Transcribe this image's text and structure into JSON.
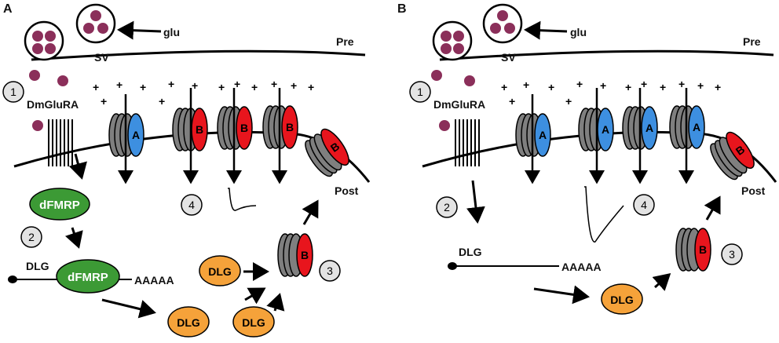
{
  "panels": [
    {
      "letter": "A",
      "glu": "glu",
      "sv": "SV",
      "pre": "Pre",
      "post": "Post",
      "receptor": "DmGluRA",
      "dfmrp_top": "dFMRP",
      "dfmrp_bound": "dFMRP",
      "dlg_mrna": "DLG",
      "polya": "AAAAA",
      "dlg_protein": [
        "DLG",
        "DLG",
        "DLG"
      ],
      "channel_labels": [
        "A",
        "B",
        "B",
        "B",
        "B"
      ],
      "steps": [
        "1",
        "2",
        "3",
        "4"
      ]
    },
    {
      "letter": "B",
      "glu": "glu",
      "sv": "SV",
      "pre": "Pre",
      "post": "Post",
      "receptor": "DmGluRA",
      "dlg_mrna": "DLG",
      "polya": "AAAAA",
      "dlg_protein": [
        "DLG"
      ],
      "channel_labels": [
        "A",
        "A",
        "A",
        "A",
        "B",
        "B"
      ],
      "steps": [
        "1",
        "2",
        "3",
        "4"
      ]
    }
  ],
  "charge": "+",
  "colors": {
    "vesicle": "#8b2f5a",
    "channel_gray": "#7f7f7f",
    "subunit_a": "#3d8fe0",
    "subunit_b": "#e8151d",
    "dfmrp": "#3c9a35",
    "dlg": "#f5a23a",
    "step_circle": "#e3e3e3"
  }
}
